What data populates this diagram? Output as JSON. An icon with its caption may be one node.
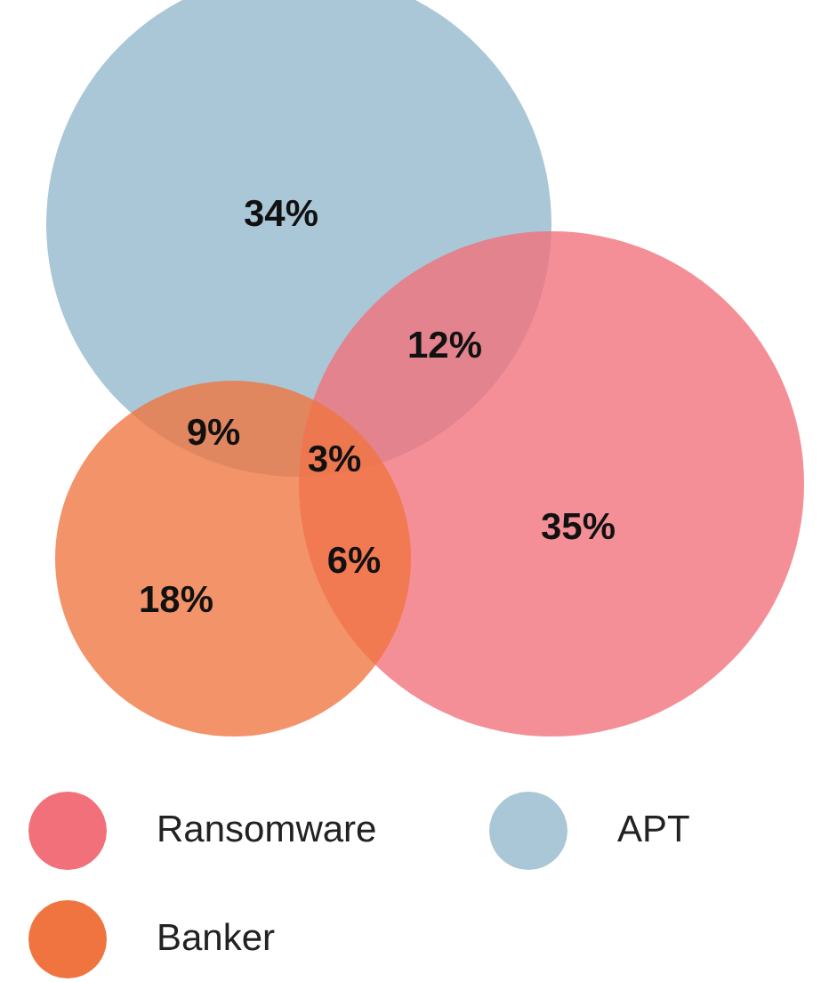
{
  "diagram": {
    "labels": [
      "34%",
      "12%",
      "9%",
      "3%",
      "35%",
      "6%",
      "18%"
    ],
    "legend": [
      {
        "text": "Ransomware",
        "color": "#f2707a"
      },
      {
        "text": "APT",
        "color": "#aac7d7"
      },
      {
        "text": "Banker",
        "color": "#f0743f"
      }
    ]
  }
}
